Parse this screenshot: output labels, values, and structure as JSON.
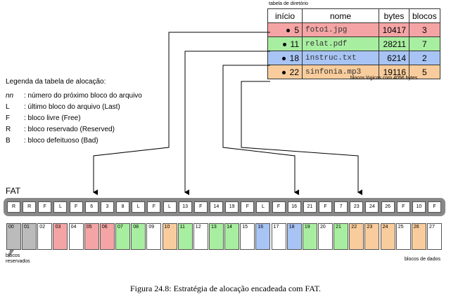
{
  "directory": {
    "caption": "tabela de diretório",
    "headers": [
      "início",
      "nome",
      "bytes",
      "blocos"
    ],
    "rows": [
      {
        "start": "5",
        "name": "foto1.jpg",
        "bytes": "10417",
        "blocks": "3",
        "color": "#f4a4a4"
      },
      {
        "start": "11",
        "name": "relat.pdf",
        "bytes": "28211",
        "blocks": "7",
        "color": "#a8eea0"
      },
      {
        "start": "18",
        "name": "instruc.txt",
        "bytes": "6214",
        "blocks": "2",
        "color": "#a8c4f4"
      },
      {
        "start": "22",
        "name": "sinfonia.mp3",
        "bytes": "19116",
        "blocks": "5",
        "color": "#f8cc9c"
      }
    ],
    "footnote": "blocos lógicos com 4096 bytes"
  },
  "legend": {
    "title": "Legenda da tabela de alocação:",
    "items": [
      {
        "key": "nn",
        "desc": ": número do próximo bloco do arquivo"
      },
      {
        "key": "L",
        "desc": ": último bloco do arquivo (Last)"
      },
      {
        "key": "F",
        "desc": ": bloco livre (Free)"
      },
      {
        "key": "R",
        "desc": ": bloco reservado (Reserved)"
      },
      {
        "key": "B",
        "desc": ": bloco defeituoso (Bad)"
      }
    ]
  },
  "fat": {
    "label": "FAT",
    "entries": [
      "R",
      "R",
      "F",
      "L",
      "F",
      "6",
      "3",
      "8",
      "L",
      "F",
      "L",
      "13",
      "F",
      "14",
      "19",
      "F",
      "L",
      "F",
      "16",
      "21",
      "F",
      "7",
      "23",
      "24",
      "26",
      "F",
      "10",
      "F"
    ]
  },
  "blocks": {
    "labels": [
      "00",
      "01",
      "02",
      "03",
      "04",
      "05",
      "06",
      "07",
      "08",
      "09",
      "10",
      "11",
      "12",
      "13",
      "14",
      "15",
      "16",
      "17",
      "18",
      "19",
      "20",
      "21",
      "22",
      "23",
      "24",
      "25",
      "26",
      "27"
    ],
    "colors": [
      "#bbbbbb",
      "#bbbbbb",
      "#ffffff",
      "#f4a4a4",
      "#ffffff",
      "#f4a4a4",
      "#f4a4a4",
      "#a8eea0",
      "#a8eea0",
      "#ffffff",
      "#f8cc9c",
      "#a8eea0",
      "#ffffff",
      "#a8eea0",
      "#a8eea0",
      "#ffffff",
      "#a8c4f4",
      "#ffffff",
      "#a8c4f4",
      "#a8eea0",
      "#ffffff",
      "#a8eea0",
      "#f8cc9c",
      "#f8cc9c",
      "#f8cc9c",
      "#ffffff",
      "#f8cc9c",
      "#ffffff"
    ],
    "reserved_label": "blocos reservados",
    "data_label": "blocos de dados"
  },
  "caption": "Figura 24.8: Estratégia de alocação encadeada com FAT."
}
